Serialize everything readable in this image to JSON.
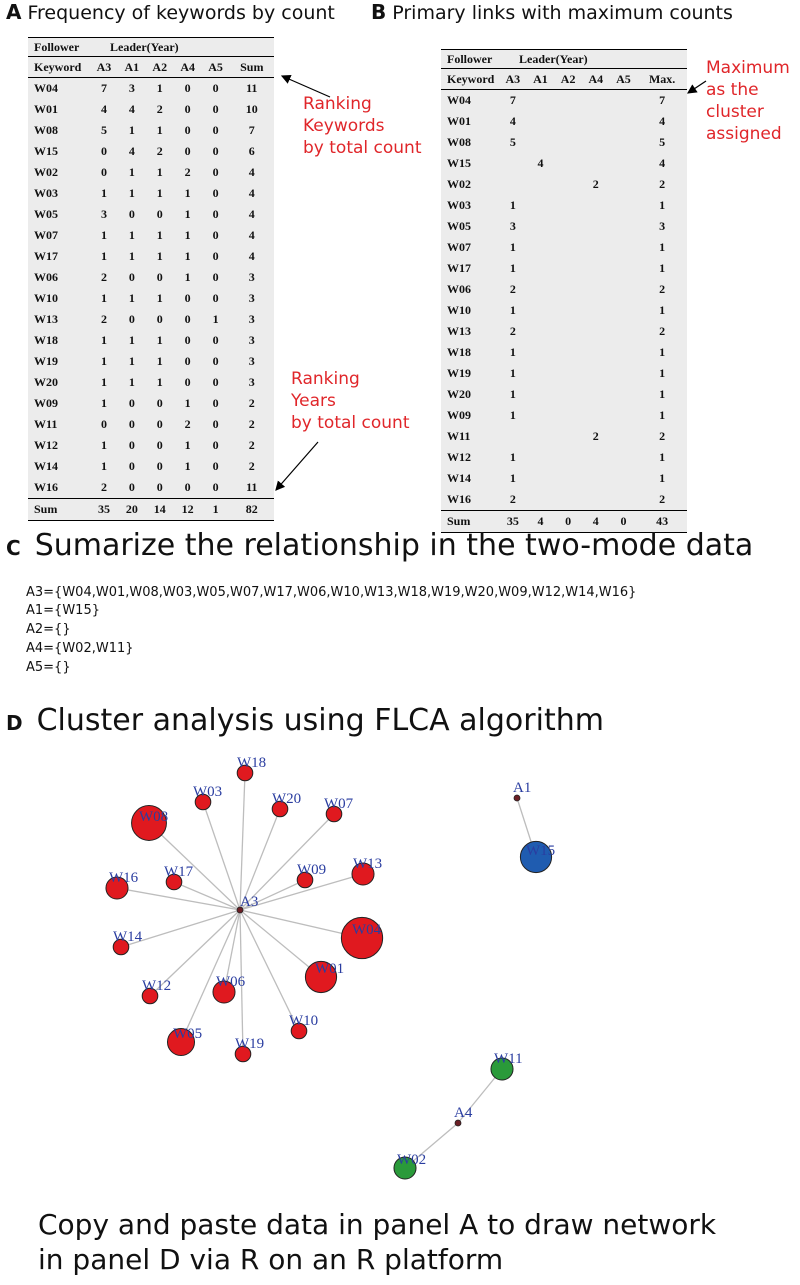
{
  "panelA": {
    "letter": "A",
    "title": "Frequency of keywords by count",
    "header_follower": "Follower",
    "header_leader": "Leader(Year)",
    "columns": [
      "Keyword",
      "A3",
      "A1",
      "A2",
      "A4",
      "A5",
      "Sum"
    ],
    "rows": [
      [
        "W04",
        "7",
        "3",
        "1",
        "0",
        "0",
        "11"
      ],
      [
        "W01",
        "4",
        "4",
        "2",
        "0",
        "0",
        "10"
      ],
      [
        "W08",
        "5",
        "1",
        "1",
        "0",
        "0",
        "7"
      ],
      [
        "W15",
        "0",
        "4",
        "2",
        "0",
        "0",
        "6"
      ],
      [
        "W02",
        "0",
        "1",
        "1",
        "2",
        "0",
        "4"
      ],
      [
        "W03",
        "1",
        "1",
        "1",
        "1",
        "0",
        "4"
      ],
      [
        "W05",
        "3",
        "0",
        "0",
        "1",
        "0",
        "4"
      ],
      [
        "W07",
        "1",
        "1",
        "1",
        "1",
        "0",
        "4"
      ],
      [
        "W17",
        "1",
        "1",
        "1",
        "1",
        "0",
        "4"
      ],
      [
        "W06",
        "2",
        "0",
        "0",
        "1",
        "0",
        "3"
      ],
      [
        "W10",
        "1",
        "1",
        "1",
        "0",
        "0",
        "3"
      ],
      [
        "W13",
        "2",
        "0",
        "0",
        "0",
        "1",
        "3"
      ],
      [
        "W18",
        "1",
        "1",
        "1",
        "0",
        "0",
        "3"
      ],
      [
        "W19",
        "1",
        "1",
        "1",
        "0",
        "0",
        "3"
      ],
      [
        "W20",
        "1",
        "1",
        "1",
        "0",
        "0",
        "3"
      ],
      [
        "W09",
        "1",
        "0",
        "0",
        "1",
        "0",
        "2"
      ],
      [
        "W11",
        "0",
        "0",
        "0",
        "2",
        "0",
        "2"
      ],
      [
        "W12",
        "1",
        "0",
        "0",
        "1",
        "0",
        "2"
      ],
      [
        "W14",
        "1",
        "0",
        "0",
        "1",
        "0",
        "2"
      ],
      [
        "W16",
        "2",
        "0",
        "0",
        "0",
        "0",
        "11"
      ]
    ],
    "sum_row": [
      "Sum",
      "35",
      "20",
      "14",
      "12",
      "1",
      "82"
    ]
  },
  "panelB": {
    "letter": "B",
    "title": "Primary links with maximum counts",
    "header_follower": "Follower",
    "header_leader": "Leader(Year)",
    "columns": [
      "Keyword",
      "A3",
      "A1",
      "A2",
      "A4",
      "A5",
      "Max."
    ],
    "rows": [
      [
        "W04",
        "7",
        "",
        "",
        "",
        "",
        "7"
      ],
      [
        "W01",
        "4",
        "",
        "",
        "",
        "",
        "4"
      ],
      [
        "W08",
        "5",
        "",
        "",
        "",
        "",
        "5"
      ],
      [
        "W15",
        "",
        "4",
        "",
        "",
        "",
        "4"
      ],
      [
        "W02",
        "",
        "",
        "",
        "2",
        "",
        "2"
      ],
      [
        "W03",
        "1",
        "",
        "",
        "",
        "",
        "1"
      ],
      [
        "W05",
        "3",
        "",
        "",
        "",
        "",
        "3"
      ],
      [
        "W07",
        "1",
        "",
        "",
        "",
        "",
        "1"
      ],
      [
        "W17",
        "1",
        "",
        "",
        "",
        "",
        "1"
      ],
      [
        "W06",
        "2",
        "",
        "",
        "",
        "",
        "2"
      ],
      [
        "W10",
        "1",
        "",
        "",
        "",
        "",
        "1"
      ],
      [
        "W13",
        "2",
        "",
        "",
        "",
        "",
        "2"
      ],
      [
        "W18",
        "1",
        "",
        "",
        "",
        "",
        "1"
      ],
      [
        "W19",
        "1",
        "",
        "",
        "",
        "",
        "1"
      ],
      [
        "W20",
        "1",
        "",
        "",
        "",
        "",
        "1"
      ],
      [
        "W09",
        "1",
        "",
        "",
        "",
        "",
        "1"
      ],
      [
        "W11",
        "",
        "",
        "",
        "2",
        "",
        "2"
      ],
      [
        "W12",
        "1",
        "",
        "",
        "",
        "",
        "1"
      ],
      [
        "W14",
        "1",
        "",
        "",
        "",
        "",
        "1"
      ],
      [
        "W16",
        "2",
        "",
        "",
        "",
        "",
        "2"
      ]
    ],
    "sum_row": [
      "Sum",
      "35",
      "4",
      "0",
      "4",
      "0",
      "43"
    ]
  },
  "annotations": {
    "ranking_keywords": "Ranking\nKeywords\nby total count",
    "ranking_years": "Ranking\nYears\nby total count",
    "maximum": "Maximum\nas the\ncluster\nassigned"
  },
  "panelC": {
    "letter": "C",
    "title": "Sumarize the relationship in the two-mode data",
    "lines": [
      "A3={W04,W01,W08,W03,W05,W07,W17,W06,W10,W13,W18,W19,W20,W09,W12,W14,W16}",
      "A1={W15}",
      "A2={}",
      "A4={W02,W11}",
      "A5={}"
    ]
  },
  "panelD": {
    "letter": "D",
    "title": "Cluster analysis using FLCA algorithm",
    "colors": {
      "A3": "#e0191f",
      "A1": "#1f5cb0",
      "A4": "#2a9a3a",
      "edge": "#bdbdbd",
      "label": "#2a3da0"
    },
    "clusters": [
      {
        "hub": "A3",
        "color": "A3",
        "members": [
          "W04",
          "W01",
          "W08",
          "W03",
          "W05",
          "W07",
          "W17",
          "W06",
          "W10",
          "W13",
          "W18",
          "W19",
          "W20",
          "W09",
          "W12",
          "W14",
          "W16"
        ]
      },
      {
        "hub": "A1",
        "color": "A1",
        "members": [
          "W15"
        ]
      },
      {
        "hub": "A4",
        "color": "A4",
        "members": [
          "W02",
          "W11"
        ]
      }
    ]
  },
  "footer": {
    "line1": "Copy and paste data in panel A to draw network",
    "line2": " in panel D via R on an R platform"
  }
}
